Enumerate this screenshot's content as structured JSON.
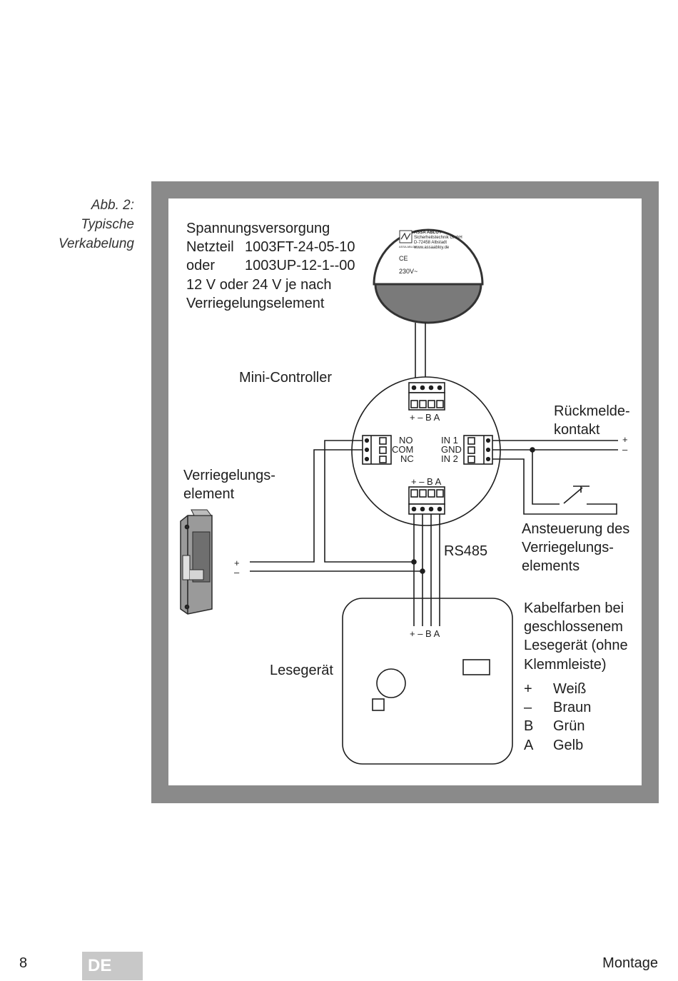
{
  "caption": {
    "figure": "Abb. 2:",
    "title_line1": "Typische",
    "title_line2": "Verkabelung"
  },
  "power_supply": {
    "line1": "Spannungsversorgung",
    "line2_prefix": "Netzteil",
    "line2_model": "1003FT-24-05-10",
    "line3_prefix": "oder",
    "line3_model": "1003UP-12-1--00",
    "line4": "12 V oder 24 V je nach",
    "line5": "Verriegelungselement",
    "device_brand": "ASSA ABLOY",
    "device_company": "Sicherheitstechnik GmbH",
    "device_address": "D-72458 Albstadt",
    "device_web": "www.assaabloy.de",
    "device_logo_text": "ASSA ABLOY",
    "device_ce": "CE",
    "device_voltage": "230V~"
  },
  "controller": {
    "label": "Mini-Controller",
    "top_pins": "+ – B A",
    "bottom_pins": "+ – B A",
    "relay_no": "NO",
    "relay_com": "COM",
    "relay_nc": "NC",
    "in1": "IN 1",
    "gnd": "GND",
    "in2": "IN 2"
  },
  "feedback": {
    "line1": "Rückmelde-",
    "line2": "kontakt",
    "plus": "+",
    "minus": "–"
  },
  "lock": {
    "line1": "Verriegelungs-",
    "line2": "element",
    "plus": "+",
    "minus": "–"
  },
  "control": {
    "line1": "Ansteuerung des",
    "line2": "Verriegelungs-",
    "line3": "elements"
  },
  "rs485": "RS485",
  "reader": {
    "label": "Lesegerät",
    "pins": "+ – B A"
  },
  "cable_colors": {
    "line1": "Kabelfarben bei",
    "line2": "geschlossenem",
    "line3": "Lesegerät (ohne",
    "line4": "Klemmleiste)",
    "items": [
      {
        "sym": "+",
        "color": "Weiß"
      },
      {
        "sym": "–",
        "color": "Braun"
      },
      {
        "sym": "B",
        "color": "Grün"
      },
      {
        "sym": "A",
        "color": "Gelb"
      }
    ]
  },
  "footer": {
    "page": "8",
    "lang": "DE",
    "section": "Montage"
  }
}
